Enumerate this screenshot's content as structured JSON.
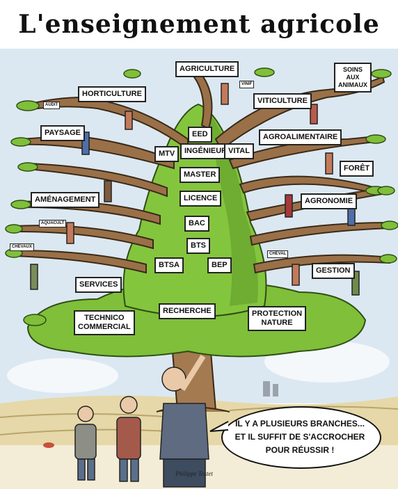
{
  "title": "L'enseignement agricole",
  "signs": {
    "agriculture": "Agriculture",
    "soins": "Soins\naux\nanimaux",
    "horticulture": "Horticulture",
    "viticulture": "Viticulture",
    "paysage": "Paysage",
    "eed": "EED",
    "ingenieur": "Ingénieur",
    "mtv": "MTV",
    "vital": "VITAL",
    "agroalimentaire": "Agroalimentaire",
    "master": "Master",
    "foret": "Forêt",
    "licence": "Licence",
    "amenagement": "Aménagement",
    "agronomie": "Agronomie",
    "bac": "BAC",
    "bts": "BTS",
    "services": "Services",
    "btsa": "BTSA",
    "bep": "BEP",
    "gestion": "Gestion",
    "recherche": "Recherche",
    "protection": "Protection\nnature",
    "technico": "Technico\ncommercial",
    "small_vinif": "vinif",
    "small_audit": "audit",
    "small_aquaculture": "aquacult",
    "small_chevaux": "chevaux",
    "small_cheval": "cheval"
  },
  "speech": "Il y a plusieurs branches...\net il suffit de s'accrocher\npour réussir !",
  "signature": "Philippe Tastet",
  "colors": {
    "foliage": "#7fbf3a",
    "foliage_dark": "#5b9a2a",
    "trunk": "#9a7048",
    "sky": "#c9dce9",
    "field": "#d8c79a"
  }
}
